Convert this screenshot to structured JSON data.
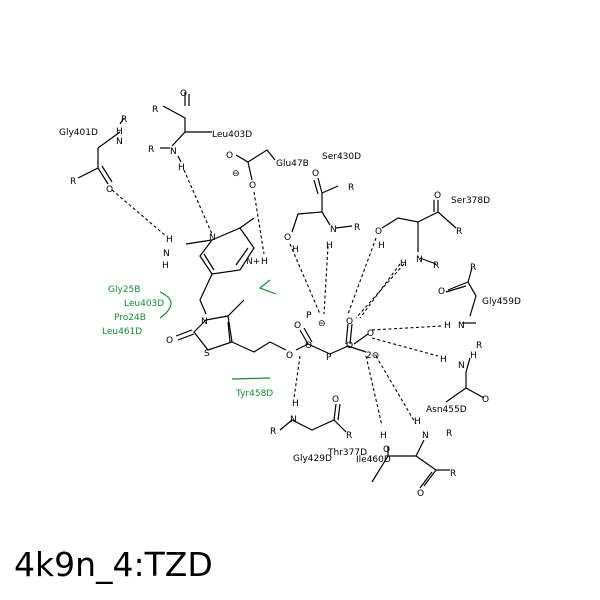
{
  "title": "4k9n_4:TZD",
  "colors": {
    "N": "#1020e0",
    "O": "#e00000",
    "S": "#c8a000",
    "P": "#b000b0",
    "C": "#000000",
    "label": "#000000",
    "hydrophobic": "#109030"
  },
  "residues": [
    "Gly401D",
    "Leu403D",
    "Glu47B",
    "Ser430D",
    "Ser378D",
    "Gly459D",
    "Asn455D",
    "Thr377D",
    "Ile460D",
    "Gly429D",
    "Tyr458D"
  ],
  "hydrophobic_residues": [
    "Gly25B",
    "Leu403D",
    "Pro24B",
    "Leu461D"
  ],
  "atoms": [
    {
      "el": "C",
      "t": "R"
    },
    {
      "el": "O",
      "t": "O"
    },
    {
      "el": "C",
      "t": "R"
    },
    {
      "el": "N",
      "t": "N"
    },
    {
      "el": "H",
      "t": "H"
    },
    {
      "el": "C",
      "t": "R"
    },
    {
      "el": "N",
      "t": "N"
    },
    {
      "el": "H",
      "t": "H"
    },
    {
      "el": "C",
      "t": "R"
    },
    {
      "el": "O",
      "t": "O"
    },
    {
      "el": "O",
      "t": "O"
    },
    {
      "el": "O",
      "t": "O"
    },
    {
      "el": "C",
      "t": "⊖"
    },
    {
      "el": "C",
      "t": "R"
    },
    {
      "el": "O",
      "t": "O"
    },
    {
      "el": "O",
      "t": "O"
    },
    {
      "el": "H",
      "t": "H"
    },
    {
      "el": "N",
      "t": "N"
    },
    {
      "el": "C",
      "t": "R"
    },
    {
      "el": "H",
      "t": "H"
    },
    {
      "el": "O",
      "t": "O"
    },
    {
      "el": "O",
      "t": "O"
    },
    {
      "el": "H",
      "t": "H"
    },
    {
      "el": "C",
      "t": "R"
    },
    {
      "el": "N",
      "t": "N"
    },
    {
      "el": "H",
      "t": "H"
    },
    {
      "el": "C",
      "t": "R"
    },
    {
      "el": "C",
      "t": "R"
    },
    {
      "el": "O",
      "t": "O"
    },
    {
      "el": "N",
      "t": "N"
    },
    {
      "el": "H",
      "t": "H"
    },
    {
      "el": "C",
      "t": "R"
    },
    {
      "el": "N",
      "t": "N"
    },
    {
      "el": "H",
      "t": "H"
    },
    {
      "el": "H",
      "t": "H"
    },
    {
      "el": "O",
      "t": "O"
    },
    {
      "el": "N",
      "t": "N"
    },
    {
      "el": "H",
      "t": "H"
    },
    {
      "el": "C",
      "t": "R"
    },
    {
      "el": "O",
      "t": "O"
    },
    {
      "el": "H",
      "t": "H"
    },
    {
      "el": "O",
      "t": "O"
    },
    {
      "el": "C",
      "t": "R"
    },
    {
      "el": "N",
      "t": "N"
    },
    {
      "el": "H",
      "t": "H"
    },
    {
      "el": "C",
      "t": "R"
    },
    {
      "el": "O",
      "t": "O"
    },
    {
      "el": "C",
      "t": "R"
    },
    {
      "el": "N",
      "t": "N"
    },
    {
      "el": "H",
      "t": "H"
    },
    {
      "el": "N",
      "t": "N"
    },
    {
      "el": "N",
      "t": "N+"
    },
    {
      "el": "H",
      "t": "H"
    },
    {
      "el": "H",
      "t": "H"
    },
    {
      "el": "N",
      "t": "N"
    },
    {
      "el": "S",
      "t": "S"
    },
    {
      "el": "O",
      "t": "O"
    },
    {
      "el": "O",
      "t": "O"
    },
    {
      "el": "O",
      "t": "O"
    },
    {
      "el": "C",
      "t": "⊖"
    },
    {
      "el": "P",
      "t": "P"
    },
    {
      "el": "O",
      "t": "O"
    },
    {
      "el": "P",
      "t": "P"
    },
    {
      "el": "O",
      "t": "O"
    },
    {
      "el": "O",
      "t": "O"
    },
    {
      "el": "O",
      "t": "O"
    },
    {
      "el": "C",
      "t": "2⊖"
    }
  ]
}
